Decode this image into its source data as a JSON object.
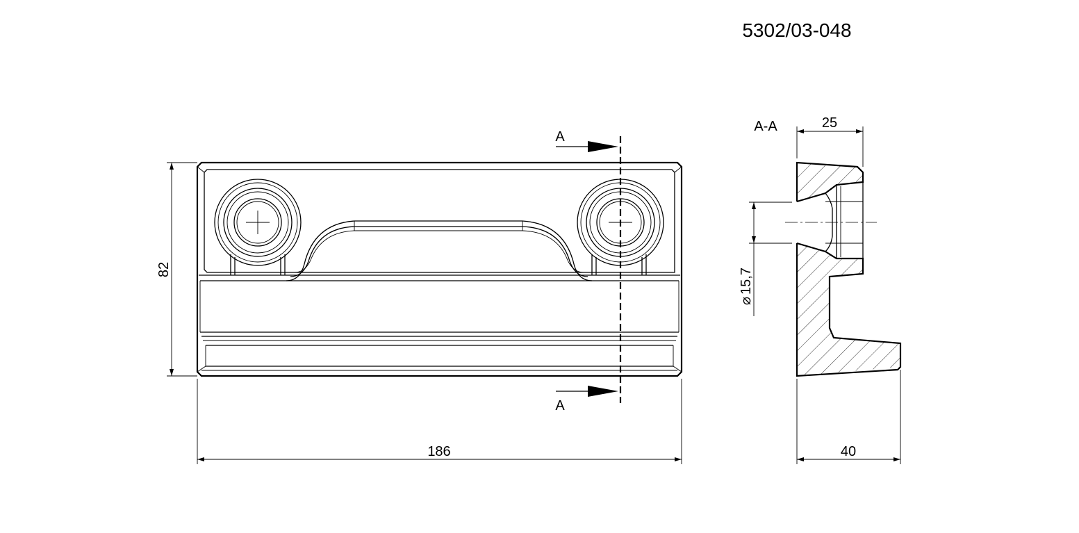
{
  "drawing": {
    "part_number": "5302/03-048",
    "section_label_top": "A",
    "section_label_bottom": "A",
    "section_view_title": "A-A",
    "dimensions": {
      "overall_length": "186",
      "overall_height": "82",
      "section_top_width": "25",
      "section_bottom_width": "40",
      "hole_diameter": "15,7",
      "diameter_symbol": "⌀"
    }
  }
}
